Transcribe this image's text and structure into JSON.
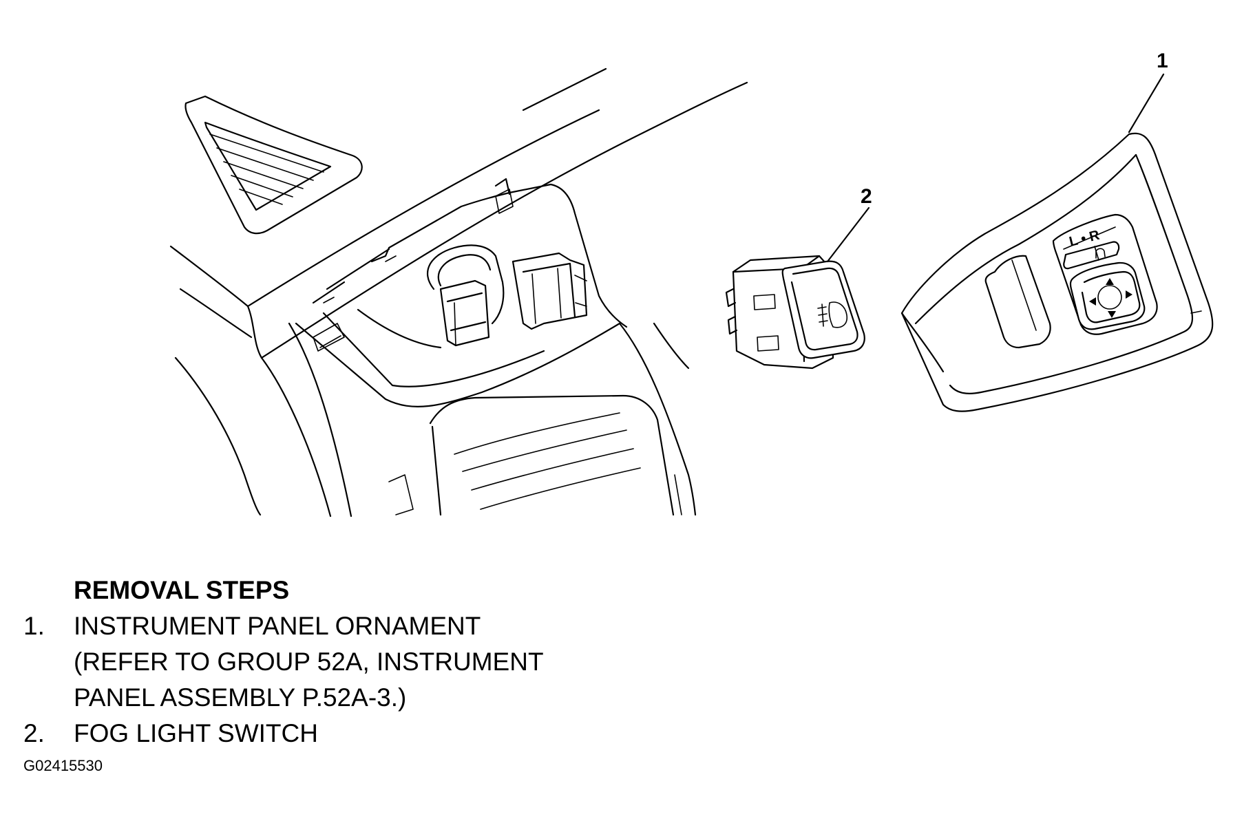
{
  "diagram": {
    "callouts": [
      {
        "number": "1"
      },
      {
        "number": "2"
      }
    ],
    "mirror_switch_label": "L • R"
  },
  "legend": {
    "title": "REMOVAL STEPS",
    "items": [
      {
        "number": "1.",
        "lines": [
          "INSTRUMENT PANEL ORNAMENT",
          "(REFER TO GROUP 52A, INSTRUMENT",
          "PANEL ASSEMBLY P.52A-3.)"
        ]
      },
      {
        "number": "2.",
        "lines": [
          "FOG LIGHT SWITCH"
        ]
      }
    ]
  },
  "figure_id": "G02415530",
  "colors": {
    "ink": "#000000",
    "paper": "#ffffff"
  }
}
